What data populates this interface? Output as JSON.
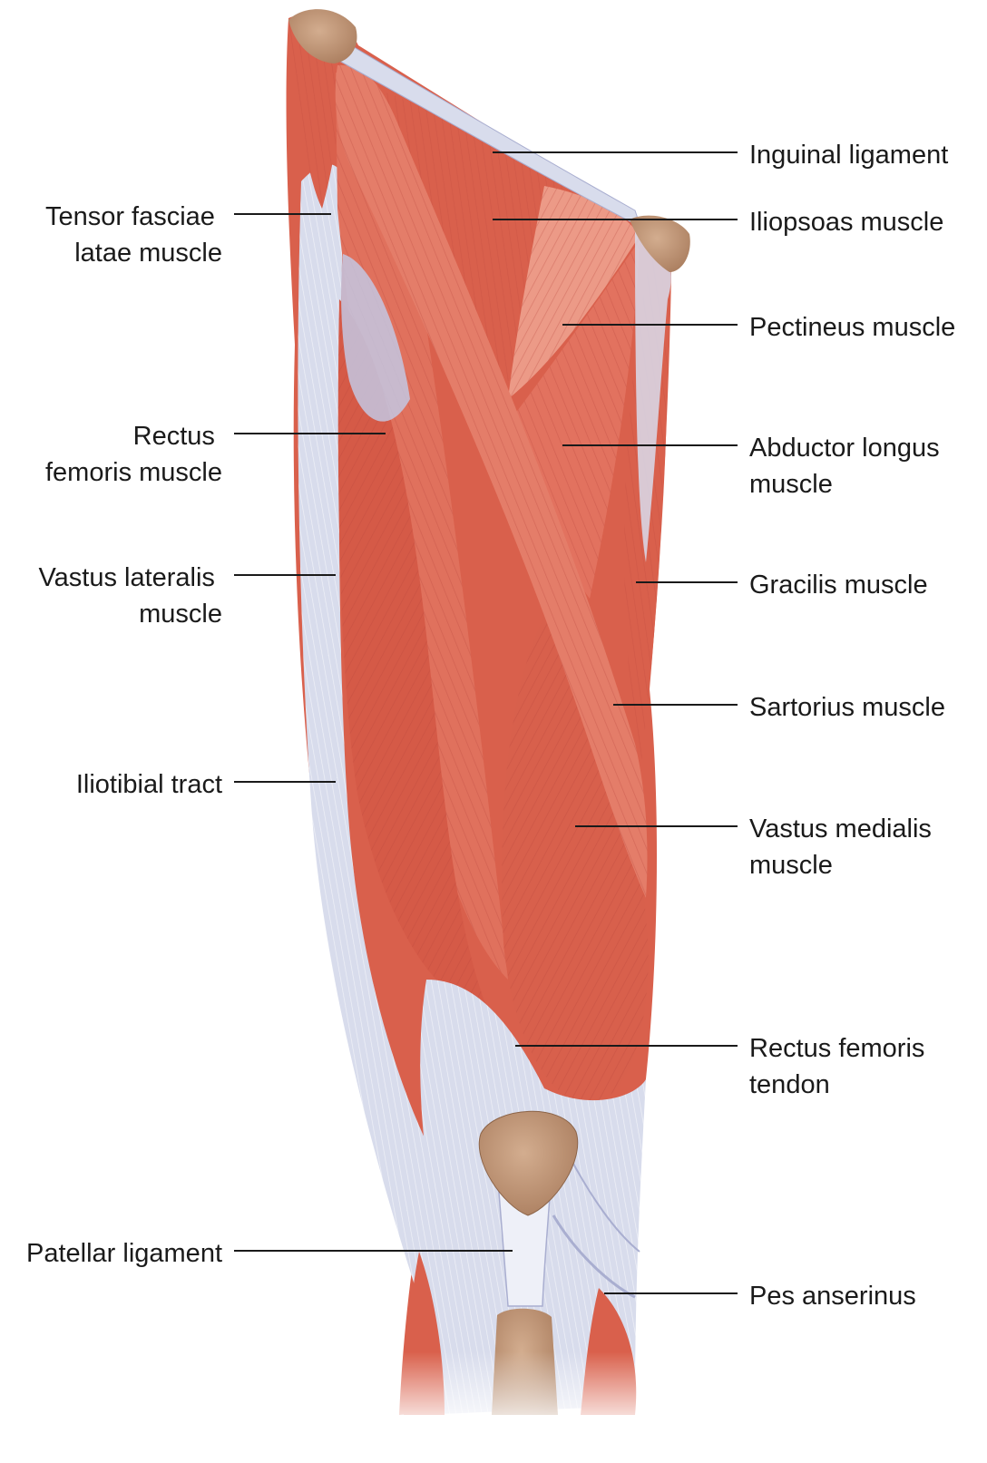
{
  "labels": {
    "left": [
      {
        "id": "tensor-fasciae-latae",
        "lines": [
          "Tensor fasciae",
          "latae muscle"
        ]
      },
      {
        "id": "rectus-femoris",
        "lines": [
          "Rectus",
          "femoris muscle"
        ]
      },
      {
        "id": "vastus-lateralis",
        "lines": [
          "Vastus lateralis",
          "muscle"
        ]
      },
      {
        "id": "iliotibial-tract",
        "lines": [
          "Iliotibial tract"
        ]
      },
      {
        "id": "patellar-ligament",
        "lines": [
          "Patellar ligament"
        ]
      }
    ],
    "right": [
      {
        "id": "inguinal-ligament",
        "lines": [
          "Inguinal ligament"
        ]
      },
      {
        "id": "iliopsoas",
        "lines": [
          "Iliopsoas muscle"
        ]
      },
      {
        "id": "pectineus",
        "lines": [
          "Pectineus muscle"
        ]
      },
      {
        "id": "abductor-longus",
        "lines": [
          "Abductor longus",
          "muscle"
        ]
      },
      {
        "id": "gracilis",
        "lines": [
          "Gracilis muscle"
        ]
      },
      {
        "id": "sartorius",
        "lines": [
          "Sartorius muscle"
        ]
      },
      {
        "id": "vastus-medialis",
        "lines": [
          "Vastus medialis",
          "muscle"
        ]
      },
      {
        "id": "rectus-femoris-tendon",
        "lines": [
          "Rectus femoris",
          "tendon"
        ]
      },
      {
        "id": "pes-anserinus",
        "lines": [
          "Pes anserinus"
        ]
      }
    ]
  },
  "colors": {
    "muscle": "#d9604c",
    "muscle_light": "#ec9a87",
    "muscle_dark": "#b8443a",
    "tendon": "#d8dcec",
    "tendon_shade": "#a9aed0",
    "bone": "#c19a7c"
  }
}
